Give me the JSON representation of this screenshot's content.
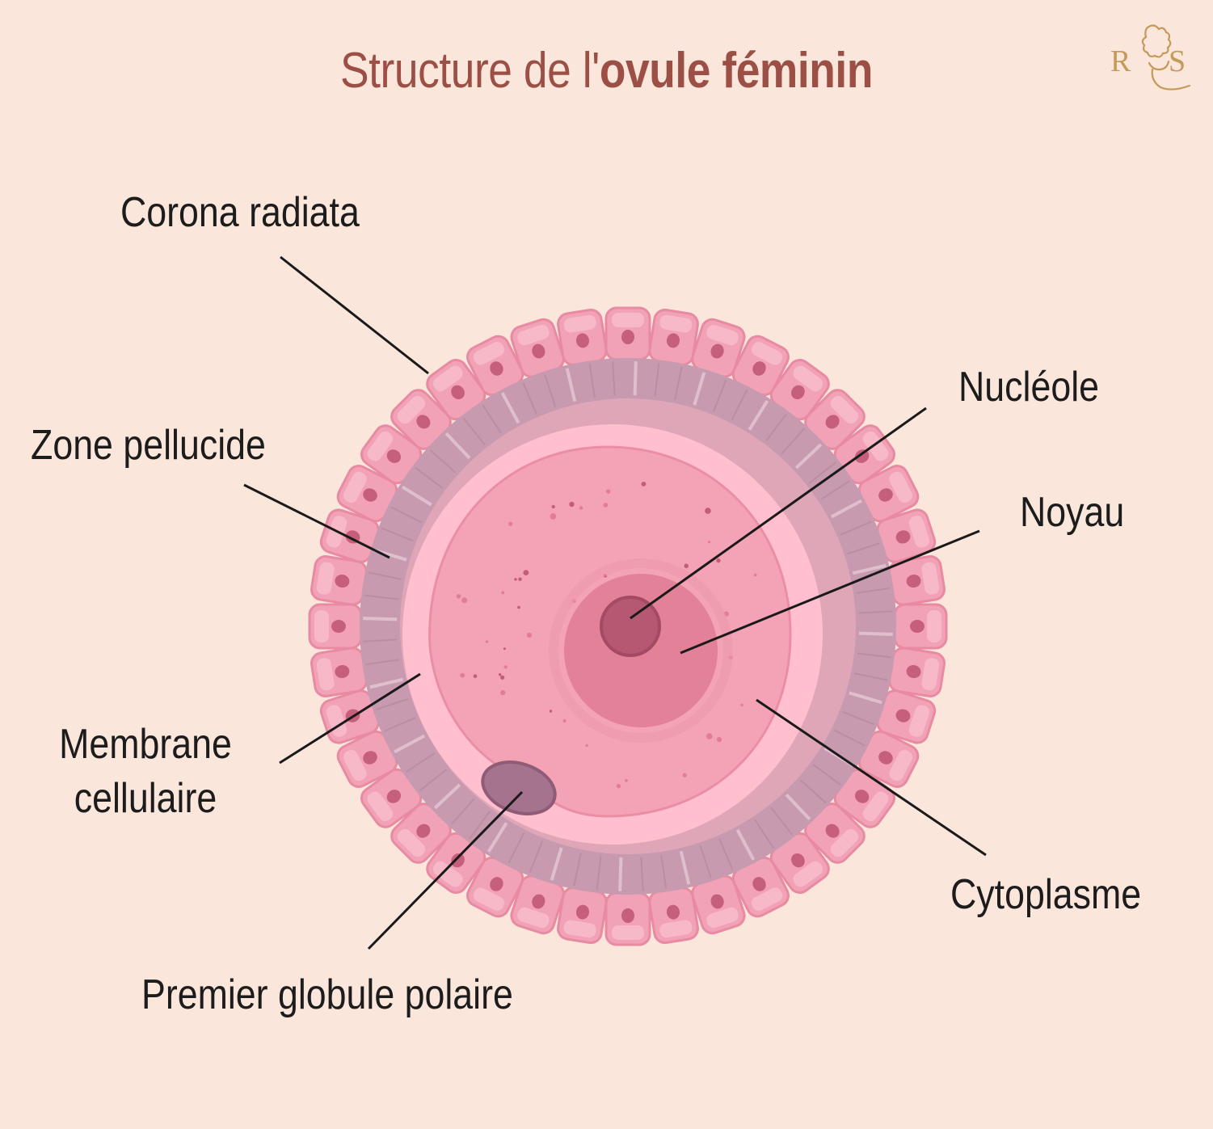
{
  "title": {
    "regular": "Structure de l'",
    "bold": "ovule féminin"
  },
  "logo": {
    "text_left": "R",
    "text_right": "S",
    "icon": "lion-crest-icon"
  },
  "labels": {
    "corona_radiata": "Corona radiata",
    "zone_pellucide": "Zone pellucide",
    "membrane_line1": "Membrane",
    "membrane_line2": "cellulaire",
    "premier_globule": "Premier globule polaire",
    "nucleole": "Nucléole",
    "noyau": "Noyau",
    "cytoplasme": "Cytoplasme"
  },
  "colors": {
    "background": "#fbe6dc",
    "title": "#9b4f45",
    "logo": "#c49a5a",
    "corona_cell": "#f2a2b6",
    "corona_cell_border": "#e88aa2",
    "corona_nucleus": "#c65f7b",
    "zona": "#c79ab0",
    "zona_stripe": "#e6c8d6",
    "membrane_ring": "#ffbfcf",
    "cytoplasm": "#f4a3b6",
    "nucleus": "#e38199",
    "nucleolus": "#b65872",
    "polar_body": "#a6738e",
    "leader": "#1a1a1a"
  }
}
